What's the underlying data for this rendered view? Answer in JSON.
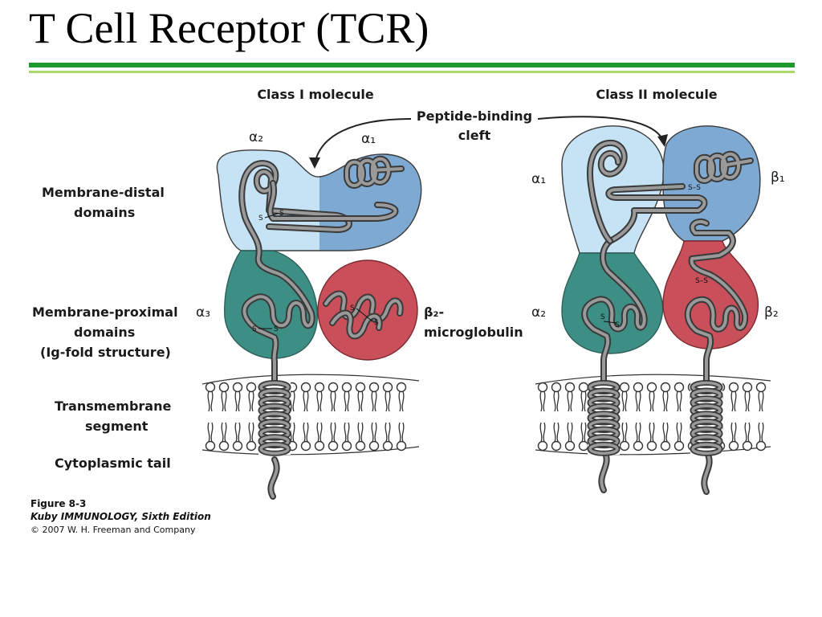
{
  "title": "T Cell Receptor (TCR)",
  "labels": {
    "class1": "Class I molecule",
    "class2": "Class II molecule",
    "peptide_cleft_line1": "Peptide-binding",
    "peptide_cleft_line2": "cleft",
    "distal_line1": "Membrane-distal",
    "distal_line2": "domains",
    "proximal_line1": "Membrane-proximal",
    "proximal_line2": "domains",
    "proximal_line3": "(Ig-fold structure)",
    "transmembrane_line1": "Transmembrane",
    "transmembrane_line2": "segment",
    "cytoplasmic": "Cytoplasmic tail",
    "b2m_line1": "β₂-",
    "b2m_line2": "microglobulin"
  },
  "domains": {
    "c1_a1": "α₁",
    "c1_a2": "α₂",
    "c1_a3": "α₃",
    "c2_a1": "α₁",
    "c2_a2": "α₂",
    "c2_b1": "β₁",
    "c2_b2": "β₂"
  },
  "disulfide": {
    "s": "S",
    "ss": "S–S"
  },
  "caption": {
    "figure": "Figure 8-3",
    "book": "Kuby IMMUNOLOGY, Sixth Edition",
    "copyright": "© 2007 W. H. Freeman and Company"
  },
  "colors": {
    "light_blue": "#c5e3f4",
    "mid_blue": "#7da9d2",
    "teal": "#3d8f85",
    "red": "#c9505a",
    "title_rule": "#1e9a2c",
    "title_rule_light": "#a9d86b"
  }
}
